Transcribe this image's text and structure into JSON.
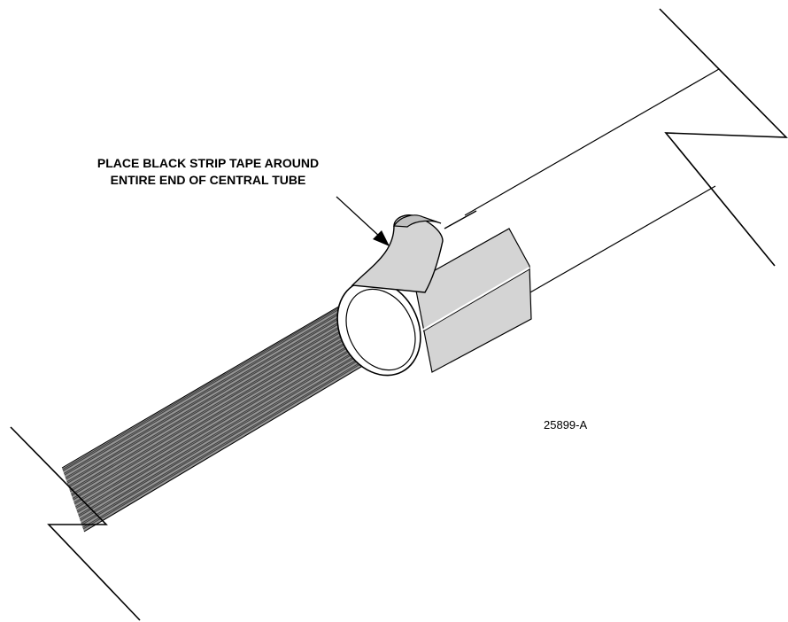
{
  "callout": {
    "line1": "PLACE BLACK STRIP TAPE AROUND",
    "line2": "ENTIRE END OF CENTRAL TUBE"
  },
  "figure_number": "25899-A",
  "colors": {
    "line": "#000000",
    "tape": "#d4d4d4",
    "fiber_dark": "#3a3a3a",
    "fiber_light": "#9a9a9a"
  }
}
